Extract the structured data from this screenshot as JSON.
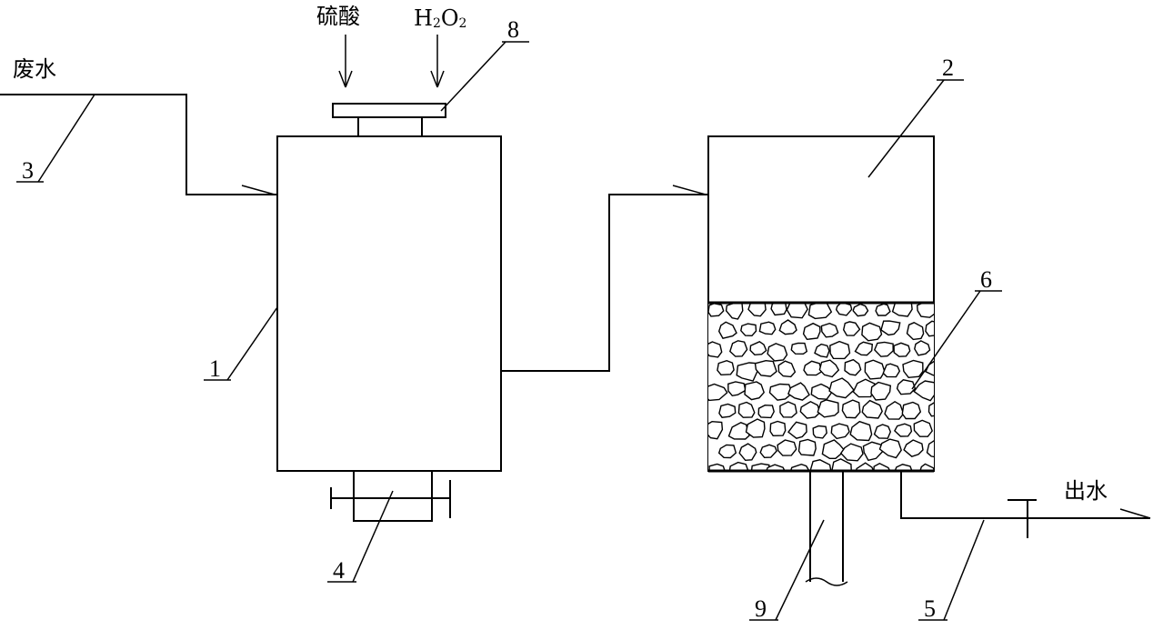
{
  "labels": {
    "wastewater": "废水",
    "sulfuric_acid": "硫酸",
    "h2o2_main": "H",
    "h2o2_sub1": "2",
    "h2o2_o": "O",
    "h2o2_sub2": "2",
    "outlet_water": "出水"
  },
  "callouts": {
    "reactor": "1",
    "filter_tank": "2",
    "inlet_pipe": "3",
    "bottom_valve": "4",
    "outlet_pipe": "5",
    "media_bed": "6",
    "dosing_cap": "8",
    "drain_pipe": "9"
  },
  "colors": {
    "stroke": "#000000",
    "background": "#ffffff"
  }
}
